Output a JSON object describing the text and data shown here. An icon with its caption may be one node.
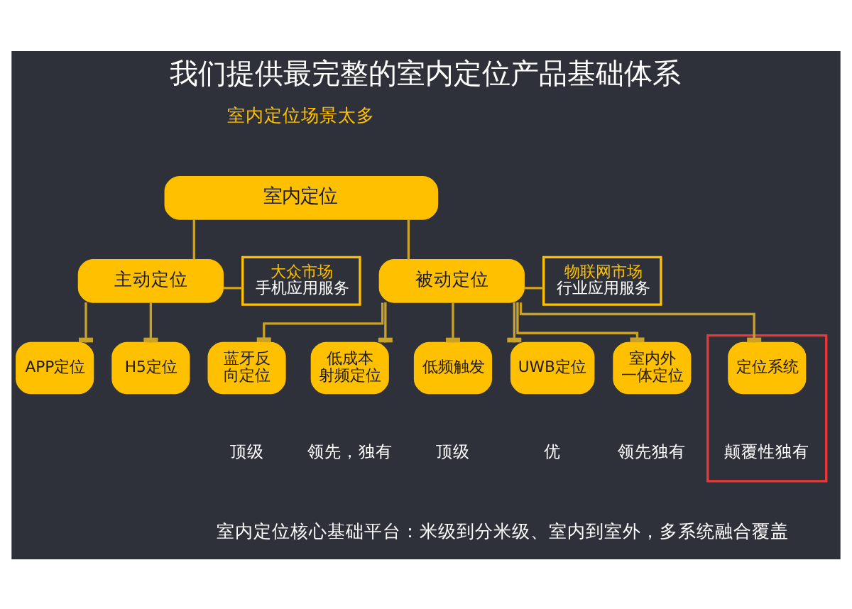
{
  "diagram": {
    "title": "我们提供最完整的室内定位产品基础体系",
    "caption": "室内定位核心基础平台：米级到分米级、室内到室外，多系统融合覆盖",
    "nodes": [
      {
        "text": [
          "室内定位"
        ]
      },
      {
        "text": [
          "主动定位"
        ]
      },
      {
        "text": [
          "大众市场",
          "手机应用服务"
        ]
      },
      {
        "text": [
          "被动定位"
        ]
      },
      {
        "text": [
          "物联网市场",
          "行业应用服务"
        ]
      },
      {
        "text": [
          "APP定位"
        ]
      },
      {
        "text": [
          "H5定位"
        ]
      },
      {
        "text": [
          "蓝牙反向定位"
        ],
        "beside": [
          "顶级"
        ]
      },
      {
        "text": [
          "低成本射频定位"
        ],
        "beside": [
          "领先，独有"
        ]
      },
      {
        "text": [
          "低频触发"
        ],
        "beside": [
          "顶级"
        ]
      },
      {
        "text": [
          "UWB定位"
        ],
        "beside": [
          "优"
        ]
      },
      {
        "text": [
          "室内外一体定位"
        ],
        "beside": [
          "领先独有"
        ]
      },
      {
        "text": [],
        "shape": "box"
      },
      {
        "text": [
          "定位系统"
        ],
        "in": 12,
        "beside": [
          "颠覆性独有"
        ]
      }
    ],
    "edges": [
      {
        "from": 0,
        "to": 1,
        "arrow": "none"
      },
      {
        "from": 0,
        "to": 3,
        "arrow": "none"
      },
      {
        "from": 1,
        "to": 2,
        "arrow": "none"
      },
      {
        "from": 3,
        "to": 4,
        "arrow": "none"
      },
      {
        "from": 1,
        "to": 5,
        "arrow": "other"
      },
      {
        "from": 1,
        "to": 6,
        "arrow": "other"
      },
      {
        "from": 3,
        "to": 7,
        "arrow": "other"
      },
      {
        "from": 3,
        "to": 8,
        "arrow": "other"
      },
      {
        "from": 3,
        "to": 9,
        "arrow": "other"
      },
      {
        "from": 3,
        "to": 10,
        "arrow": "other"
      },
      {
        "from": 3,
        "to": 11,
        "arrow": "other"
      },
      {
        "from": 3,
        "to": 13,
        "arrow": "other"
      }
    ],
    "labels": [
      "室内定位场景太多"
    ]
  }
}
